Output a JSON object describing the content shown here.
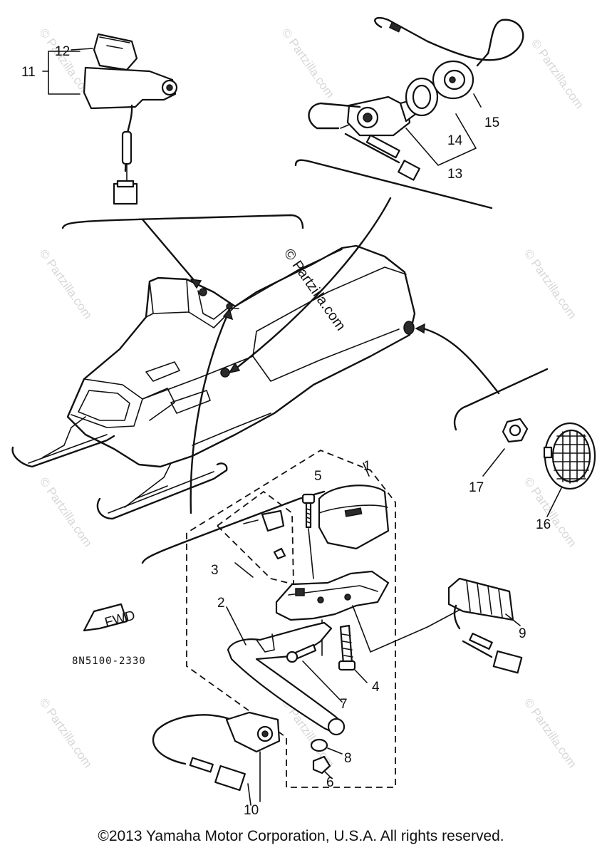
{
  "watermark": "© Partzilla.com",
  "diagram_code": "8N5100-2330",
  "fwd_label": "FWD",
  "callouts": {
    "p1": "1",
    "p2": "2",
    "p3": "3",
    "p4": "4",
    "p5": "5",
    "p6": "6",
    "p7": "7",
    "p8": "8",
    "p9": "9",
    "p10": "10",
    "p11": "11",
    "p12": "12",
    "p13": "13",
    "p14": "14",
    "p15": "15",
    "p16": "16",
    "p17": "17"
  },
  "copyright": "©2013 Yamaha Motor Corporation, U.S.A. All rights reserved."
}
